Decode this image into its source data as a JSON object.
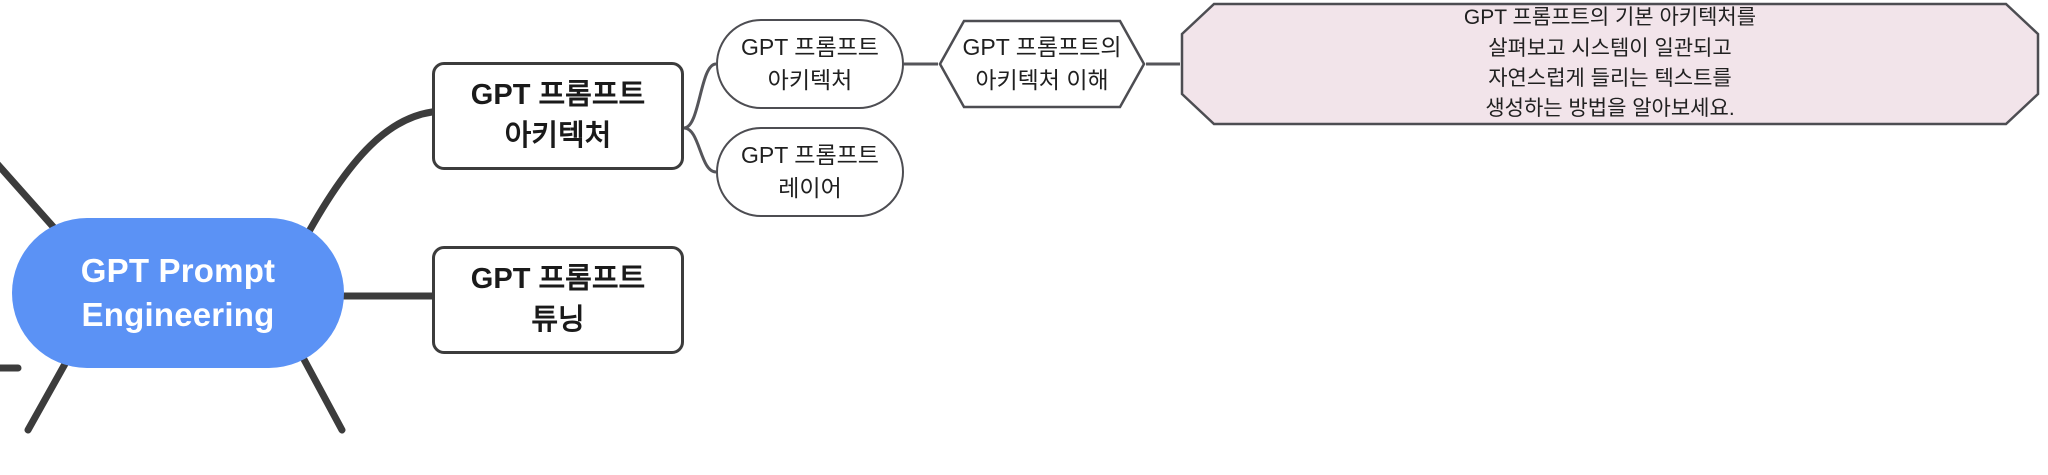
{
  "diagram": {
    "type": "mindmap",
    "title": "GPT Prompt Engineering mind map",
    "colors": {
      "root_fill": "#5b92f5",
      "root_text": "#ffffff",
      "node_fill": "#ffffff",
      "node_stroke_strong": "#3c3c3c",
      "node_stroke_light": "#4d4d52",
      "note_fill": "#f2e4ea",
      "note_stroke": "#4d4d52",
      "edge_strong": "#3c3c3c",
      "edge_light": "#55555a",
      "canvas": "#ffffff"
    }
  },
  "root": {
    "label": "GPT Prompt\nEngineering",
    "line1": "GPT Prompt",
    "line2": "Engineering"
  },
  "branches": [
    {
      "id": "architecture",
      "label": "GPT 프롬프트\n아키텍처",
      "line1": "GPT 프롬프트",
      "line2": "아키텍처",
      "children": [
        {
          "id": "arch-sub-1",
          "label": "GPT 프롬프트\n아키텍처",
          "line1": "GPT 프롬프트",
          "line2": "아키텍처",
          "children": [
            {
              "id": "arch-understand",
              "label": "GPT 프롬프트의\n아키텍처 이해",
              "line1": "GPT 프롬프트의",
              "line2": "아키텍처 이해",
              "note": {
                "id": "arch-note",
                "label": "GPT 프롬프트의 기본 아키텍처를\n살펴보고 시스템이 일관되고\n자연스럽게 들리는 텍스트를\n생성하는 방법을 알아보세요.",
                "line1": "GPT 프롬프트의 기본 아키텍처를",
                "line2": "살펴보고 시스템이 일관되고",
                "line3": "자연스럽게 들리는 텍스트를",
                "line4": "생성하는 방법을 알아보세요."
              }
            }
          ]
        },
        {
          "id": "arch-sub-2",
          "label": "GPT 프롬프트\n레이어",
          "line1": "GPT 프롬프트",
          "line2": "레이어"
        }
      ]
    },
    {
      "id": "tuning",
      "label": "GPT 프롬프트\n튜닝",
      "line1": "GPT 프롬프트",
      "line2": "튜닝"
    }
  ]
}
